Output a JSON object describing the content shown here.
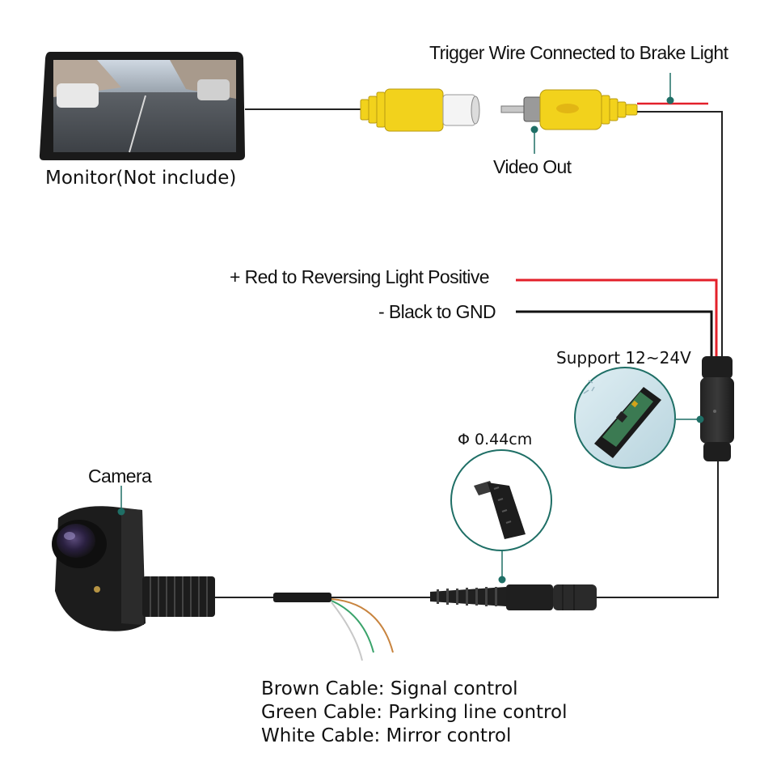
{
  "labels": {
    "trigger": "Trigger Wire Connected to Brake Light",
    "video_out": "Video Out",
    "monitor": "Monitor(Not include)",
    "red_wire": "+ Red to Reversing Light Positive",
    "black_wire": "- Black to GND",
    "support": "Support 12~24V",
    "diameter": "Φ 0.44cm",
    "camera": "Camera"
  },
  "cable_legend": [
    {
      "cable": "Brown Cable:",
      "function": "Signal control"
    },
    {
      "cable": "Green Cable:",
      "function": "Parking line control"
    },
    {
      "cable": "White Cable:",
      "function": "Mirror control"
    }
  ],
  "colors": {
    "rca_yellow": "#f2d21c",
    "red_wire": "#e3202a",
    "black_wire": "#111111",
    "callout_teal": "#1f6f66",
    "brown_wire": "#c8843f",
    "green_wire": "#3aa36b",
    "white_wire": "#d8d8d8"
  }
}
